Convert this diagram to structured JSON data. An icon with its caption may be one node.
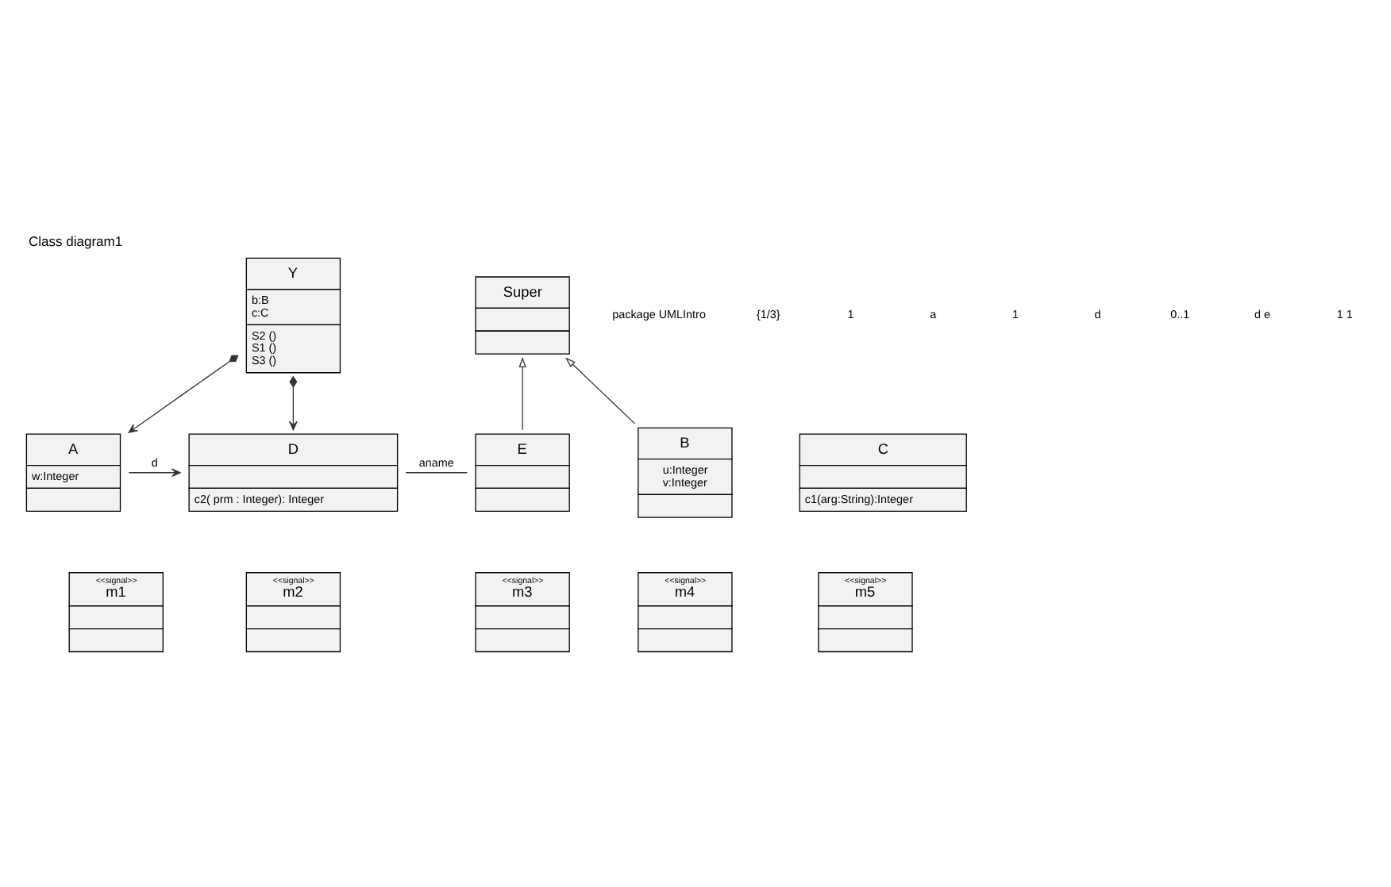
{
  "diagram": {
    "title": "Class diagram1",
    "nodes": [
      {
        "text": [
          "Y",
          "b:B",
          "c:C",
          "S2 ()",
          "S1 ()",
          "S3 ()"
        ]
      },
      {
        "text": [
          "Super"
        ]
      },
      {
        "text": [
          "A",
          "w:Integer"
        ]
      },
      {
        "text": [
          "D",
          "c2( prm : Integer): Integer"
        ]
      },
      {
        "text": [
          "E"
        ]
      },
      {
        "text": [
          "B",
          "u:Integer",
          "v:Integer"
        ]
      },
      {
        "text": [
          "C",
          "c1(arg:String):Integer"
        ]
      },
      {
        "text": [
          "<<signal>>",
          "m1"
        ]
      },
      {
        "text": [
          "<<signal>>",
          "m2"
        ]
      },
      {
        "text": [
          "<<signal>>",
          "m3"
        ]
      },
      {
        "text": [
          "<<signal>>",
          "m4"
        ]
      },
      {
        "text": [
          "<<signal>>",
          "m5"
        ]
      }
    ],
    "edges": [
      {
        "from": 0,
        "to": 2,
        "arrow": "to"
      },
      {
        "from": 0,
        "to": 3,
        "arrow": "to"
      },
      {
        "from": 2,
        "to": 3,
        "arrow": "to",
        "label": "d"
      },
      {
        "from": 3,
        "to": 4,
        "arrow": "none",
        "label": "aname"
      },
      {
        "from": 4,
        "to": 1,
        "arrow": "to"
      },
      {
        "from": 5,
        "to": 1,
        "arrow": "to"
      }
    ],
    "labels": [
      "package UMLIntro",
      "{1/3}",
      "1",
      "a",
      "1",
      "d",
      "0..1",
      "d e",
      "1 1"
    ]
  }
}
